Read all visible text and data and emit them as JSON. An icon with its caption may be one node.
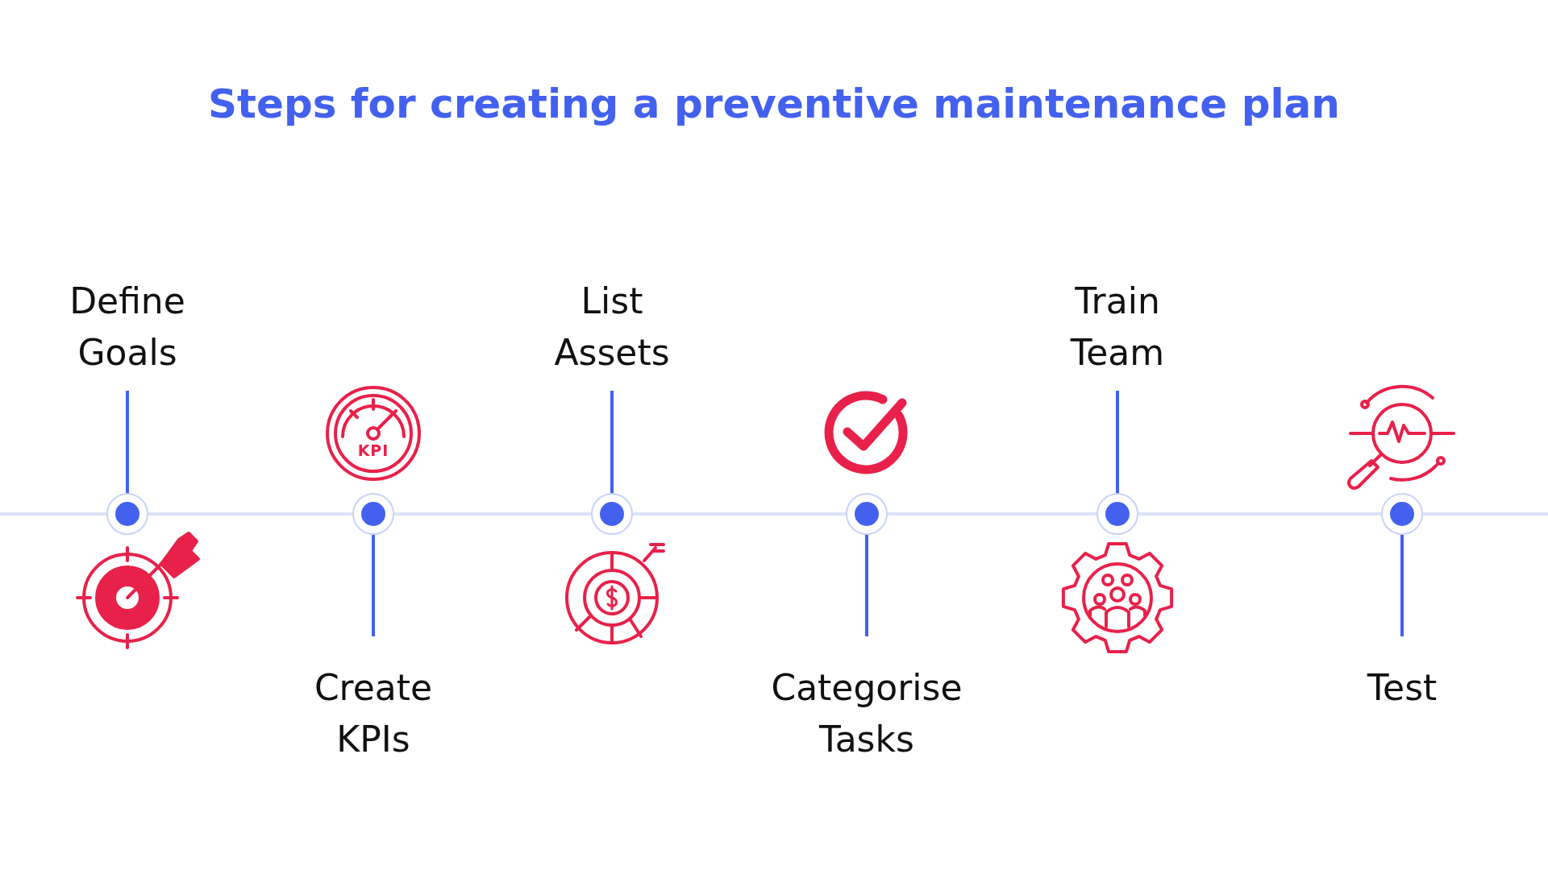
{
  "diagram": {
    "title": "Steps for creating a preventive maintenance plan",
    "nodes": [
      {
        "text": [
          "Define Goals"
        ]
      },
      {
        "text": [
          "Create KPIs"
        ]
      },
      {
        "text": [
          "List Assets"
        ]
      },
      {
        "text": [
          "Categorise Tasks"
        ]
      },
      {
        "text": [
          "Train Team"
        ]
      },
      {
        "text": [
          "Test"
        ]
      }
    ],
    "labels": [
      "KPI"
    ]
  }
}
